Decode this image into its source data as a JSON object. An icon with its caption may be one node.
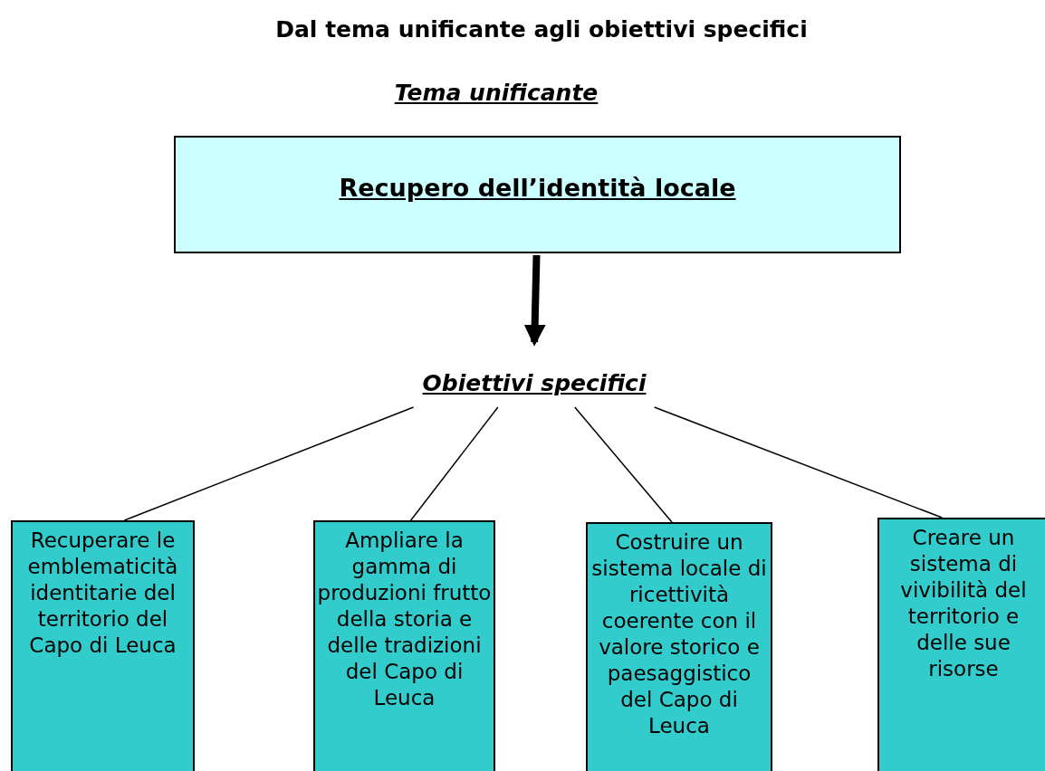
{
  "diagram": {
    "title": "Dal tema unificante agli obiettivi specifici",
    "nodes": [
      {
        "text": [
          "Recupero dell’identità locale"
        ]
      },
      {
        "text": [
          "Obiettivi specifici"
        ]
      },
      {
        "text": [
          "Recuperare le emblematicità identitarie del territorio del Capo di Leuca"
        ]
      },
      {
        "text": [
          "Ampliare la gamma di produzioni frutto della storia e delle tradizioni del Capo di Leuca"
        ]
      },
      {
        "text": [
          "Costruire un sistema locale di ricettività coerente con il valore storico e paesaggistico del Capo di Leuca"
        ]
      },
      {
        "text": [
          "Creare un sistema di vivibilità del territorio e delle sue risorse"
        ]
      }
    ],
    "edges": [
      {
        "from": 0,
        "to": 1,
        "arrow": "to",
        "style": "thick"
      },
      {
        "from": 1,
        "to": 2,
        "arrow": "none"
      },
      {
        "from": 1,
        "to": 3,
        "arrow": "none"
      },
      {
        "from": 1,
        "to": 4,
        "arrow": "none"
      },
      {
        "from": 1,
        "to": 5,
        "arrow": "none"
      }
    ],
    "labels": [
      "Tema unificante"
    ]
  }
}
